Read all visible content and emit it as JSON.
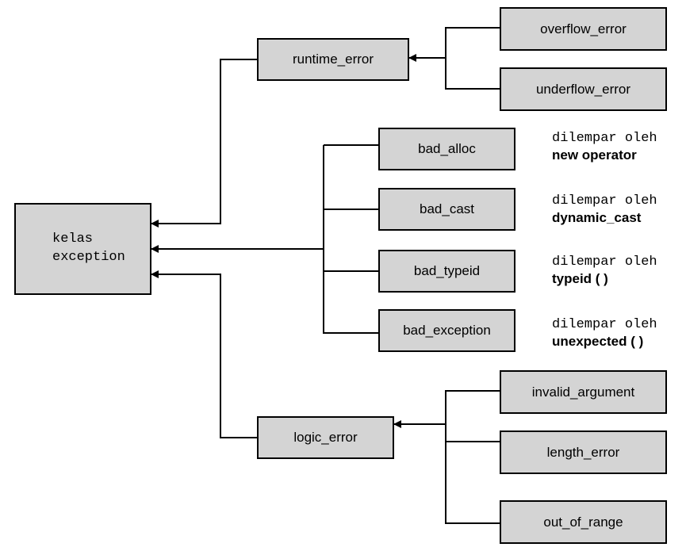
{
  "nodes": {
    "root": "kelas\nexception",
    "runtime_error": "runtime_error",
    "overflow_error": "overflow_error",
    "underflow_error": "underflow_error",
    "bad_alloc": "bad_alloc",
    "bad_cast": "bad_cast",
    "bad_typeid": "bad_typeid",
    "bad_exception": "bad_exception",
    "logic_error": "logic_error",
    "invalid_argument": "invalid_argument",
    "length_error": "length_error",
    "out_of_range": "out_of_range"
  },
  "notes": {
    "bad_alloc": {
      "prefix": "dilempar oleh",
      "op": "new operator"
    },
    "bad_cast": {
      "prefix": "dilempar oleh",
      "op": "dynamic_cast"
    },
    "bad_typeid": {
      "prefix": "dilempar oleh",
      "op": "typeid ( )"
    },
    "bad_exception": {
      "prefix": "dilempar oleh",
      "op": "unexpected ( )"
    }
  },
  "colors": {
    "box_fill": "#d4d4d4",
    "line": "#000000"
  }
}
